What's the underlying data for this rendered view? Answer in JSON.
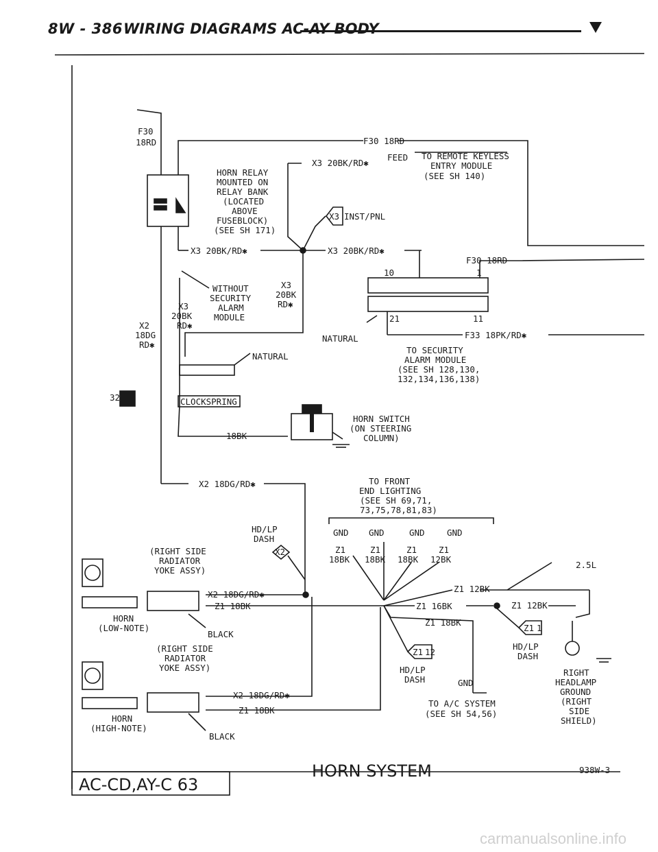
{
  "header": {
    "page": "8W - 386",
    "title": "WIRING DIAGRAMS AC-AY BODY"
  },
  "diagram": {
    "title": "HORN SYSTEM",
    "code_left": "AC-CD,AY-C 63",
    "code_right": "938W-3",
    "labels": {
      "f30": "F30",
      "f30_18rd_left": "18RD",
      "f30_18rd_top": "F30 18RD",
      "horn_relay_1": "HORN RELAY",
      "horn_relay_2": "MOUNTED ON",
      "horn_relay_3": "RELAY BANK",
      "horn_relay_4": "(LOCATED",
      "horn_relay_5": "ABOVE",
      "horn_relay_6": "FUSEBLOCK)",
      "horn_relay_7": "(SEE SH 171)",
      "x3_20bk_top": "X3 20BK/RD✱",
      "feed": "FEED",
      "keyless_1": "TO REMOTE KEYLESS",
      "keyless_2": "ENTRY MODULE",
      "keyless_3": "(SEE SH 140)",
      "x3_conn": "X3",
      "inst_pnl": "INST/PNL",
      "x3_20bk_mid_left": "X3 20BK/RD✱",
      "x3_20bk_mid_right": "X3 20BK/RD✱",
      "f30_18rd_right": "F30 18RD",
      "pin_10": "10",
      "pin_1": "1",
      "pin_21": "21",
      "pin_11": "11",
      "without_1": "WITHOUT",
      "without_2": "SECURITY",
      "without_3": "ALARM",
      "without_4": "MODULE",
      "x3_v1": "X3",
      "x3_v2": "20BK",
      "x3_v3": "RD✱",
      "x3_left_1": "X3",
      "x3_left_2": "20BK",
      "x3_left_3": "RD✱",
      "x2_left_1": "X2",
      "x2_left_2": "18DG",
      "x2_left_3": "RD✱",
      "f33": "F33 18PK/RD✱",
      "natural_right": "NATURAL",
      "security_1": "TO SECURITY",
      "security_2": "ALARM MODULE",
      "security_3": "(SEE SH 128,130,",
      "security_4": "132,134,136,138)",
      "natural_left": "NATURAL",
      "clockspring": "CLOCKSPRING",
      "c32": "32",
      "bk18": "18BK",
      "horn_switch_1": "HORN SWITCH",
      "horn_switch_2": "(ON STEERING",
      "horn_switch_3": "COLUMN)",
      "x2_18dg": "X2 18DG/RD✱",
      "front_1": "TO FRONT",
      "front_2": "END LIGHTING",
      "front_3": "(SEE SH 69,71,",
      "front_4": "73,75,78,81,83)",
      "gnd": "GND",
      "hdlp_dash_top_1": "HD/LP",
      "hdlp_dash_top_2": "DASH",
      "x2_conn": "X2",
      "rsr_1a": "(RIGHT SIDE",
      "rsr_1b": "RADIATOR",
      "rsr_1c": "YOKE ASSY)",
      "z1_a": "Z1",
      "z1_18bk_a": "18BK",
      "z1_12bk_a": "12BK",
      "l25": "2.5L",
      "x2_18dg_b": "X2 18DG/RD✱",
      "z1_18bk_b": "Z1 18BK",
      "z1_12bk_b": "Z1 12BK",
      "z1_16bk": "Z1 16BK",
      "z1_12bk_c": "Z1 12BK",
      "z1_18bk_c": "Z1 18BK",
      "horn_low_1": "HORN",
      "horn_low_2": "(LOW-NOTE)",
      "black_a": "BLACK",
      "z1_1": "Z1",
      "z1_1n": "1",
      "hdlp_dash_r1": "HD/LP",
      "hdlp_dash_r2": "DASH",
      "rsr_2a": "(RIGHT SIDE",
      "rsr_2b": "RADIATOR",
      "rsr_2c": "YOKE ASSY)",
      "z1_12": "Z1",
      "z1_12n": "12",
      "hdlp_dash_m1": "HD/LP",
      "hdlp_dash_m2": "DASH",
      "gnd_b": "GND",
      "rh_1": "RIGHT",
      "rh_2": "HEADLAMP",
      "rh_3": "GROUND",
      "rh_4": "(RIGHT",
      "rh_5": "SIDE",
      "rh_6": "SHIELD)",
      "x2_18dg_c": "X2 18DG/RD✱",
      "z1_18bk_d": "Z1 18BK",
      "ac_1": "TO A/C SYSTEM",
      "ac_2": "(SEE SH 54,56)",
      "horn_high_1": "HORN",
      "horn_high_2": "(HIGH-NOTE)",
      "black_b": "BLACK"
    }
  },
  "watermark": "carmanualsonline.info"
}
